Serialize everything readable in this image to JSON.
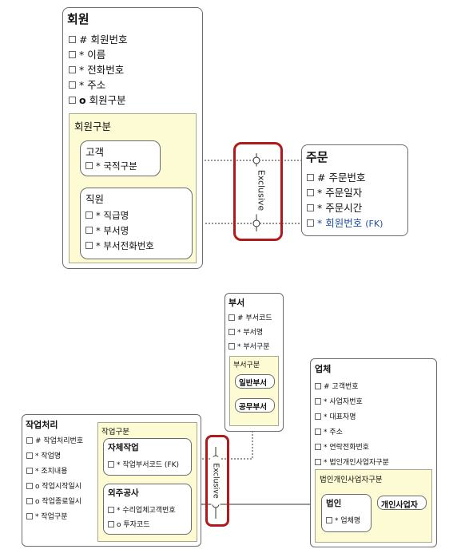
{
  "top": {
    "member": {
      "title": "회원",
      "attrs": [
        {
          "marker": "#",
          "name": "회원번호"
        },
        {
          "marker": "*",
          "name": "이름"
        },
        {
          "marker": "*",
          "name": "전화번호"
        },
        {
          "marker": "*",
          "name": "주소"
        },
        {
          "marker": "o",
          "name": "회원구분"
        }
      ],
      "subtype_group": {
        "title": "회원구분",
        "customer": {
          "title": "고객",
          "attrs": [
            {
              "marker": "*",
              "name": "국적구분"
            }
          ]
        },
        "employee": {
          "title": "직원",
          "attrs": [
            {
              "marker": "*",
              "name": "직급명"
            },
            {
              "marker": "*",
              "name": "부서명"
            },
            {
              "marker": "*",
              "name": "부서전화번호"
            }
          ]
        }
      }
    },
    "order": {
      "title": "주문",
      "attrs": [
        {
          "marker": "#",
          "name": "주문번호"
        },
        {
          "marker": "*",
          "name": "주문일자"
        },
        {
          "marker": "*",
          "name": "주문시간"
        },
        {
          "marker": "*",
          "name": "회원번호",
          "suffix": "(FK)"
        }
      ]
    },
    "arc_label": "Exclusive"
  },
  "bottom": {
    "dept": {
      "title": "부서",
      "attrs": [
        {
          "marker": "#",
          "name": "부서코드"
        },
        {
          "marker": "*",
          "name": "부서명"
        },
        {
          "marker": "*",
          "name": "부서구분"
        }
      ],
      "subtype_group": {
        "title": "부서구분",
        "items": [
          "일반부서",
          "공무부서"
        ]
      }
    },
    "work": {
      "title": "작업처리",
      "attrs": [
        {
          "marker": "#",
          "name": "작업처리번호"
        },
        {
          "marker": "*",
          "name": "작업명"
        },
        {
          "marker": "*",
          "name": "조치내용"
        },
        {
          "marker": "o",
          "name": "작업시작일시"
        },
        {
          "marker": "o",
          "name": "작업종료일시"
        },
        {
          "marker": "*",
          "name": "작업구분"
        }
      ],
      "subtype_group": {
        "title": "작업구분",
        "self": {
          "title": "자체작업",
          "attrs": [
            {
              "marker": "*",
              "name": "작업부서코드 (FK)"
            }
          ]
        },
        "outsource": {
          "title": "외주공사",
          "attrs": [
            {
              "marker": "*",
              "name": "수리업체고객번호"
            },
            {
              "marker": "o",
              "name": "투자코드"
            }
          ]
        }
      }
    },
    "company": {
      "title": "업체",
      "attrs": [
        {
          "marker": "#",
          "name": "고객번호"
        },
        {
          "marker": "*",
          "name": "사업자번호"
        },
        {
          "marker": "*",
          "name": "대표자명"
        },
        {
          "marker": "*",
          "name": "주소"
        },
        {
          "marker": "*",
          "name": "연락전화번호"
        },
        {
          "marker": "*",
          "name": "법인개인사업자구분"
        }
      ],
      "subtype_group": {
        "title": "법인개인사업자구분",
        "corp": {
          "title": "법인",
          "attrs": [
            {
              "marker": "*",
              "name": "업체명"
            }
          ]
        },
        "individual": {
          "title": "개인사업자"
        }
      }
    },
    "arc_label": "Exclusive"
  },
  "colors": {
    "subtype_fill": "#fdfbd3",
    "arc_red": "#b01a1a",
    "fk_blue": "#1f4fa3"
  }
}
